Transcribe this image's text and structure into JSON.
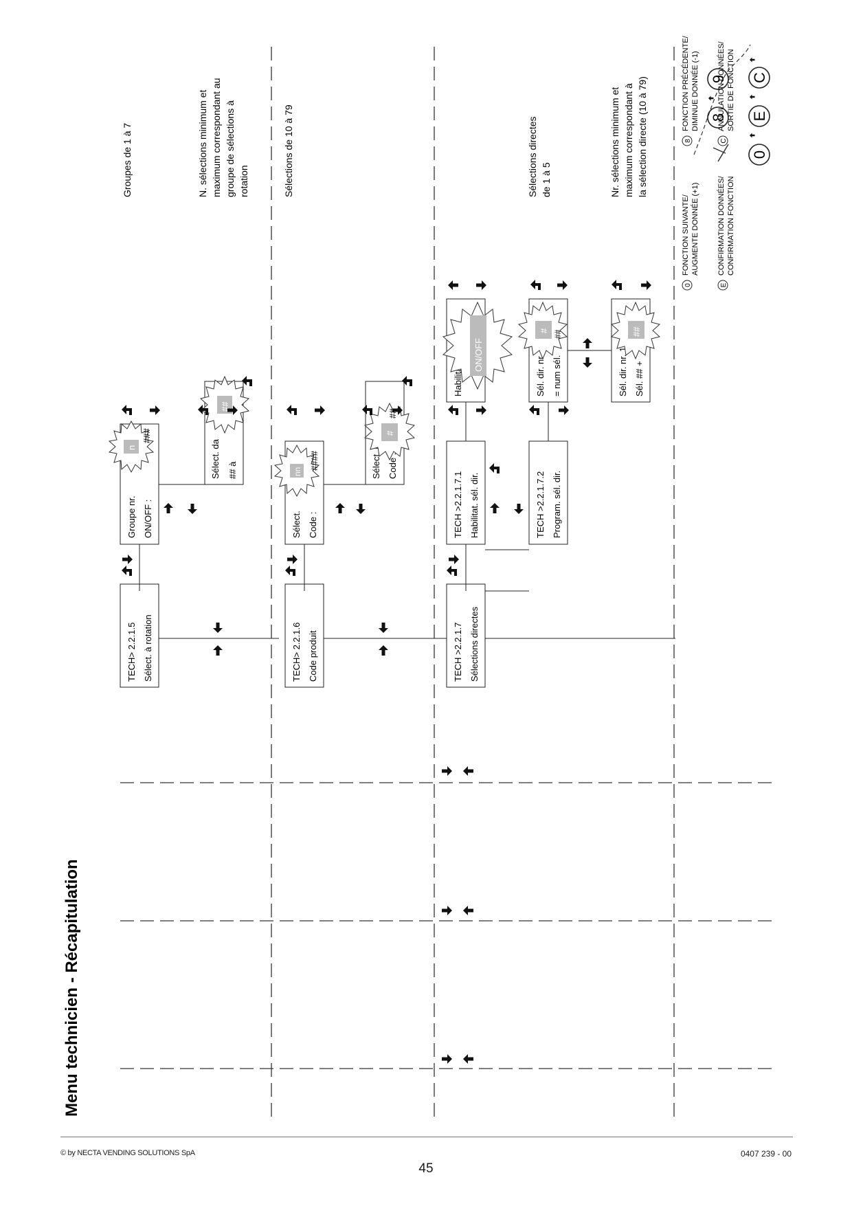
{
  "page": {
    "title": "Menu technicien - Récapitulation",
    "copyright": "© by NECTA VENDING SOLUTIONS SpA",
    "doc_ref": "0407 239 - 00",
    "page_number": "45"
  },
  "lanes": {
    "rotation": {
      "main_box": [
        "TECH> 2.2.1.5",
        "Sélect. à rotation"
      ],
      "groupe_box": [
        "Groupe nr.",
        "ON/OFF :"
      ],
      "groupe_burst_value": "n",
      "groupe_trailing": "###",
      "select_box": [
        "Sélect. da",
        "## à"
      ],
      "select_burst_value": "##",
      "note_groupes": "Groupes de 1 à 7",
      "note_min_max": [
        "N. sélections minimum et",
        "maximum correspondant au",
        "groupe de sélections à",
        "rotation"
      ]
    },
    "code": {
      "main_box": [
        "TECH> 2.2.1.6",
        "Code produit"
      ],
      "select_box": [
        "Sélect.",
        "Code :"
      ],
      "select_burst_value": "nn",
      "select_trailing": "####",
      "code_box": [
        "Sélect. nn",
        "Code :"
      ],
      "code_burst_value": "#",
      "code_trailing": "##",
      "note": "Sélections de 10 à 79"
    },
    "direct": {
      "main_box": [
        "TECH >2.2.1.7",
        "Sélections directes"
      ],
      "enable_box": [
        "TECH >2.2.1.7.1",
        "Habilitat. sél. dir."
      ],
      "enable_value_box": [
        "Habilitat. sél. dir."
      ],
      "enable_burst_value": "ON/OFF",
      "program_box": [
        "TECH >2.2.1.7.2",
        "Program. sél. dir."
      ],
      "program_value_box": [
        "Sél. dir. nr.",
        "= num sél."
      ],
      "program_burst_value": "#",
      "program_trailing": "##",
      "last_box": [
        "Sél. dir. nr. 1",
        "Sél. ## +"
      ],
      "last_burst_value": "##",
      "note_direct": [
        "Sélections directes",
        "de 1 à 5"
      ],
      "note_min_max": [
        "Nr. sélections minimum et",
        "maximum correspondant à",
        "la sélection directe (10 à 79)"
      ]
    }
  },
  "legend": {
    "items": [
      {
        "key": "0",
        "line1": "FONCTION SUIVANTE/",
        "line2": "AUGMENTE DONNÉE (+1)"
      },
      {
        "key": "8",
        "line1": "FONCTION PRÉCÉDENTE/",
        "line2": "DIMINUE DONNÉE (-1)"
      },
      {
        "key": "E",
        "line1": "CONFIRMATION DONNÉES/",
        "line2": "CONFIRMATION FONCTION"
      },
      {
        "key": "C",
        "line1": "ANNULATION DONNÉES/",
        "line2": "SORTIE DE FONCTION"
      }
    ],
    "keypad_top": [
      "8",
      "9"
    ],
    "keypad_bottom": [
      "0",
      "E",
      "C"
    ]
  }
}
